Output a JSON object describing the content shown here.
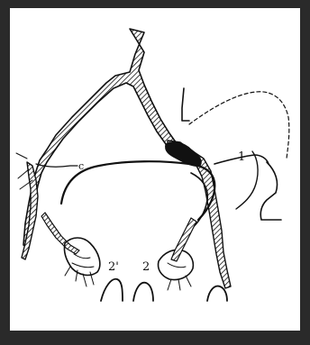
{
  "figure": {
    "labels": {
      "c": "c",
      "two_prime": "2'",
      "two": "2",
      "one": "1"
    },
    "colors": {
      "frame": "#2a2a2a",
      "paper": "#ffffff",
      "ink": "#111111"
    }
  }
}
